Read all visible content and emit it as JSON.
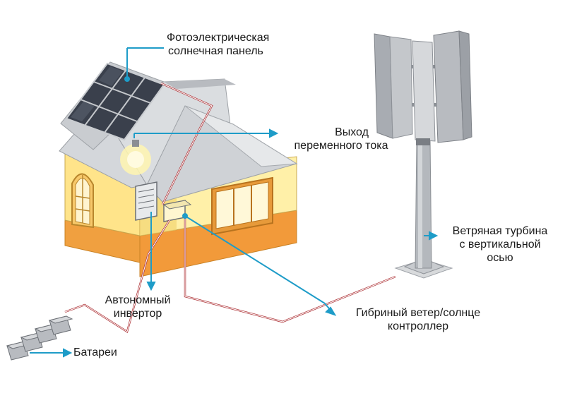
{
  "labels": {
    "solar_panel": {
      "line1": "Фотоэлектрическая",
      "line2": "солнечная панель"
    },
    "ac_output": {
      "line1": "Выход",
      "line2": "переменного тока"
    },
    "wind_turbine": {
      "line1": "Ветряная турбина",
      "line2": "с вертикальной",
      "line3": "осью"
    },
    "inverter": {
      "line1": "Автономный",
      "line2": "инвертор"
    },
    "controller": {
      "line1": "Гибриный ветер/солнце",
      "line2": "контроллер"
    },
    "batteries": {
      "line1": "Батареи"
    }
  },
  "colors": {
    "leader": "#1e9cc8",
    "wire_red": "#b0383c",
    "wall": "#ffe48a",
    "base": "#f0a040",
    "roof": "#c9ccd0",
    "panel": "#2f3540",
    "turbine": "#9ea2a8"
  }
}
